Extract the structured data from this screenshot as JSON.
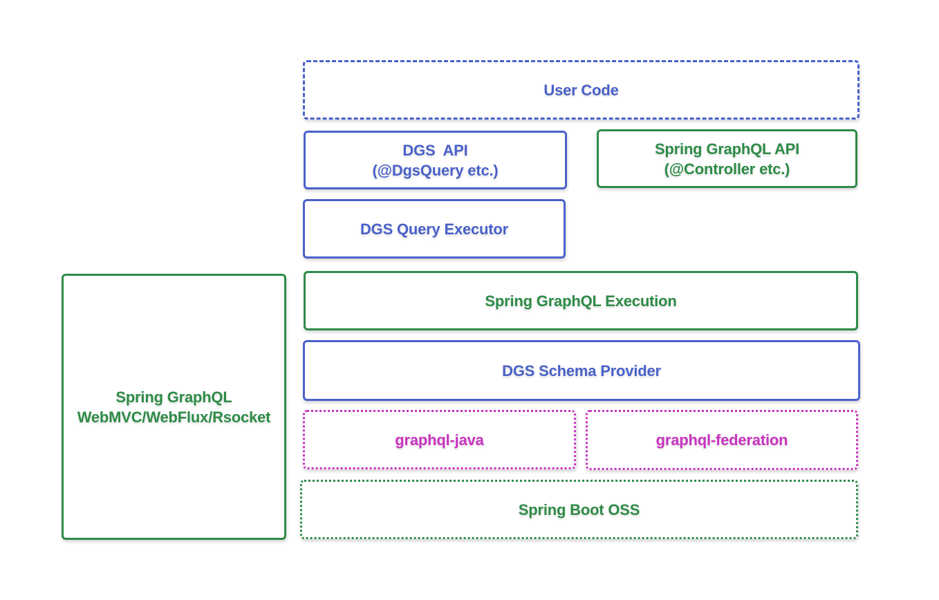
{
  "diagram": {
    "user_code": {
      "label": "User Code",
      "color": "#4a61c9",
      "border": "dashed"
    },
    "dgs_api": {
      "line1": "DGS  API",
      "line2": "(@DgsQuery etc.)",
      "color": "#4a61c9",
      "border": "solid"
    },
    "spring_graphql_api": {
      "line1": "Spring GraphQL API",
      "line2": "(@Controller etc.)",
      "color": "#2e8b47",
      "border": "solid"
    },
    "dgs_query_executor": {
      "label": "DGS Query Executor",
      "color": "#4a61c9",
      "border": "solid"
    },
    "spring_graphql_execution": {
      "label": "Spring GraphQL Execution",
      "color": "#2e8b47",
      "border": "solid"
    },
    "dgs_schema_provider": {
      "label": "DGS Schema Provider",
      "color": "#4a61c9",
      "border": "solid"
    },
    "graphql_java": {
      "label": "graphql-java",
      "color": "#c833c0",
      "border": "dotted"
    },
    "graphql_federation": {
      "label": "graphql-federation",
      "color": "#c833c0",
      "border": "dotted"
    },
    "spring_boot_oss": {
      "label": "Spring Boot OSS",
      "color": "#2e8b47",
      "border": "dotted"
    },
    "spring_graphql_transport": {
      "line1": "Spring GraphQL",
      "line2": "WebMVC/WebFlux/Rsocket",
      "color": "#2e8b47",
      "border": "solid"
    }
  }
}
